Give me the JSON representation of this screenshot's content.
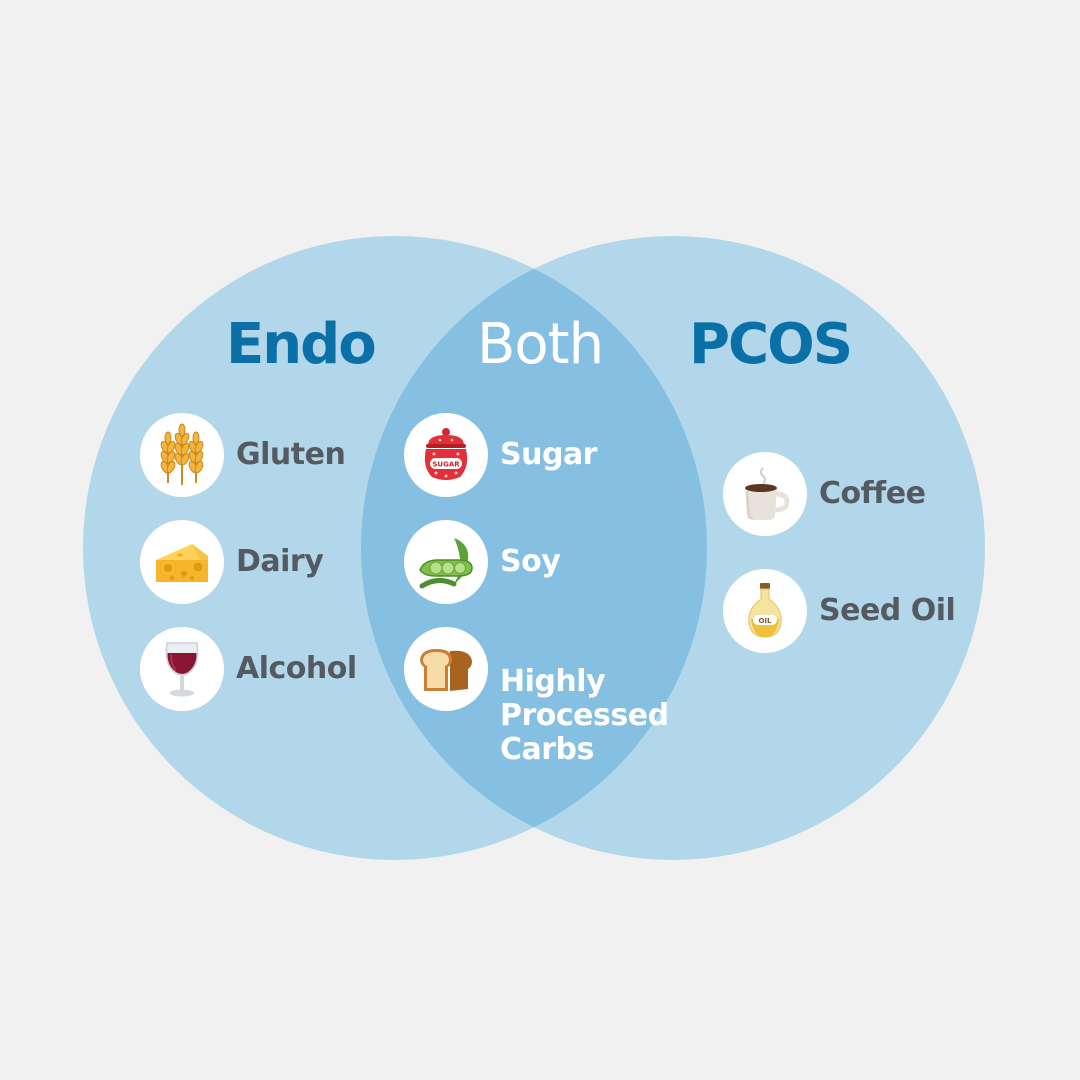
{
  "colors": {
    "background": "#f1f1f1",
    "circle_fill": "#b2d7ea",
    "overlap_fill": "#85c0e2",
    "title_color": "#0c70a8",
    "both_title_color": "#ffffff",
    "label_dark": "#555a60",
    "label_light": "#ffffff"
  },
  "left": {
    "title": "Endo",
    "items": [
      {
        "label": "Gluten",
        "icon": "wheat-icon"
      },
      {
        "label": "Dairy",
        "icon": "cheese-icon"
      },
      {
        "label": "Alcohol",
        "icon": "wine-glass-icon"
      }
    ]
  },
  "middle": {
    "title": "Both",
    "items": [
      {
        "label": "Sugar",
        "icon": "sugar-jar-icon",
        "jar_text": "SUGAR"
      },
      {
        "label": "Soy",
        "icon": "soybean-pod-icon"
      },
      {
        "label": "Highly\nProcessed\nCarbs",
        "icon": "bread-icon"
      }
    ]
  },
  "right": {
    "title": "PCOS",
    "items": [
      {
        "label": "Coffee",
        "icon": "coffee-cup-icon"
      },
      {
        "label": "Seed Oil",
        "icon": "oil-bottle-icon",
        "bottle_text": "OIL"
      }
    ]
  }
}
